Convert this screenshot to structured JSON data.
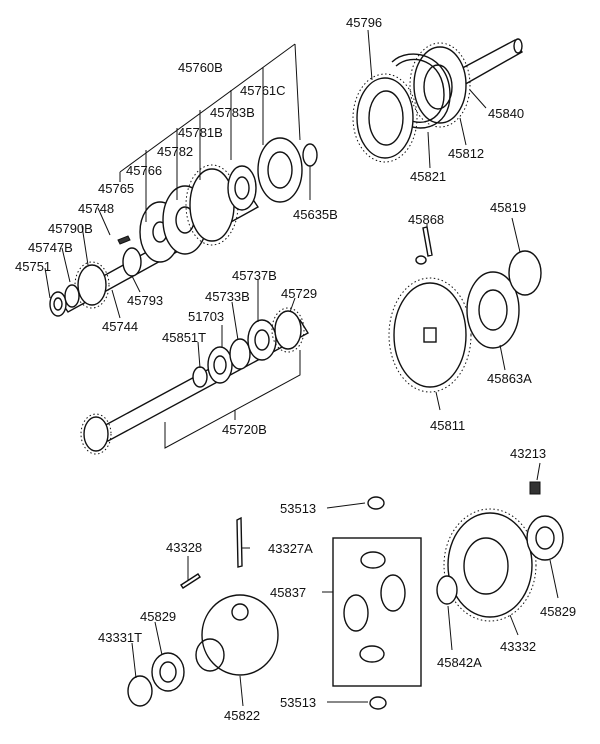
{
  "labels": {
    "p45796": "45796",
    "p45840": "45840",
    "p45812": "45812",
    "p45821": "45821",
    "p45760B": "45760B",
    "p45761C": "45761C",
    "p45783B": "45783B",
    "p45781B": "45781B",
    "p45782": "45782",
    "p45766": "45766",
    "p45765": "45765",
    "p45748": "45748",
    "p45790B": "45790B",
    "p45747B": "45747B",
    "p45751": "45751",
    "p45793": "45793",
    "p45744": "45744",
    "p45635B": "45635B",
    "p45868": "45868",
    "p45819": "45819",
    "p45737B": "45737B",
    "p45729": "45729",
    "p45733B": "45733B",
    "p51703": "51703",
    "p45851T": "45851T",
    "p45720B": "45720B",
    "p45863A": "45863A",
    "p45811": "45811",
    "p43213": "43213",
    "p53513a": "53513",
    "p43328": "43328",
    "p43327A": "43327A",
    "p45837": "45837",
    "p45829a": "45829",
    "p43331T": "43331T",
    "p45842A": "45842A",
    "p43332": "43332",
    "p45829b": "45829",
    "p53513b": "53513",
    "p45822": "45822"
  }
}
